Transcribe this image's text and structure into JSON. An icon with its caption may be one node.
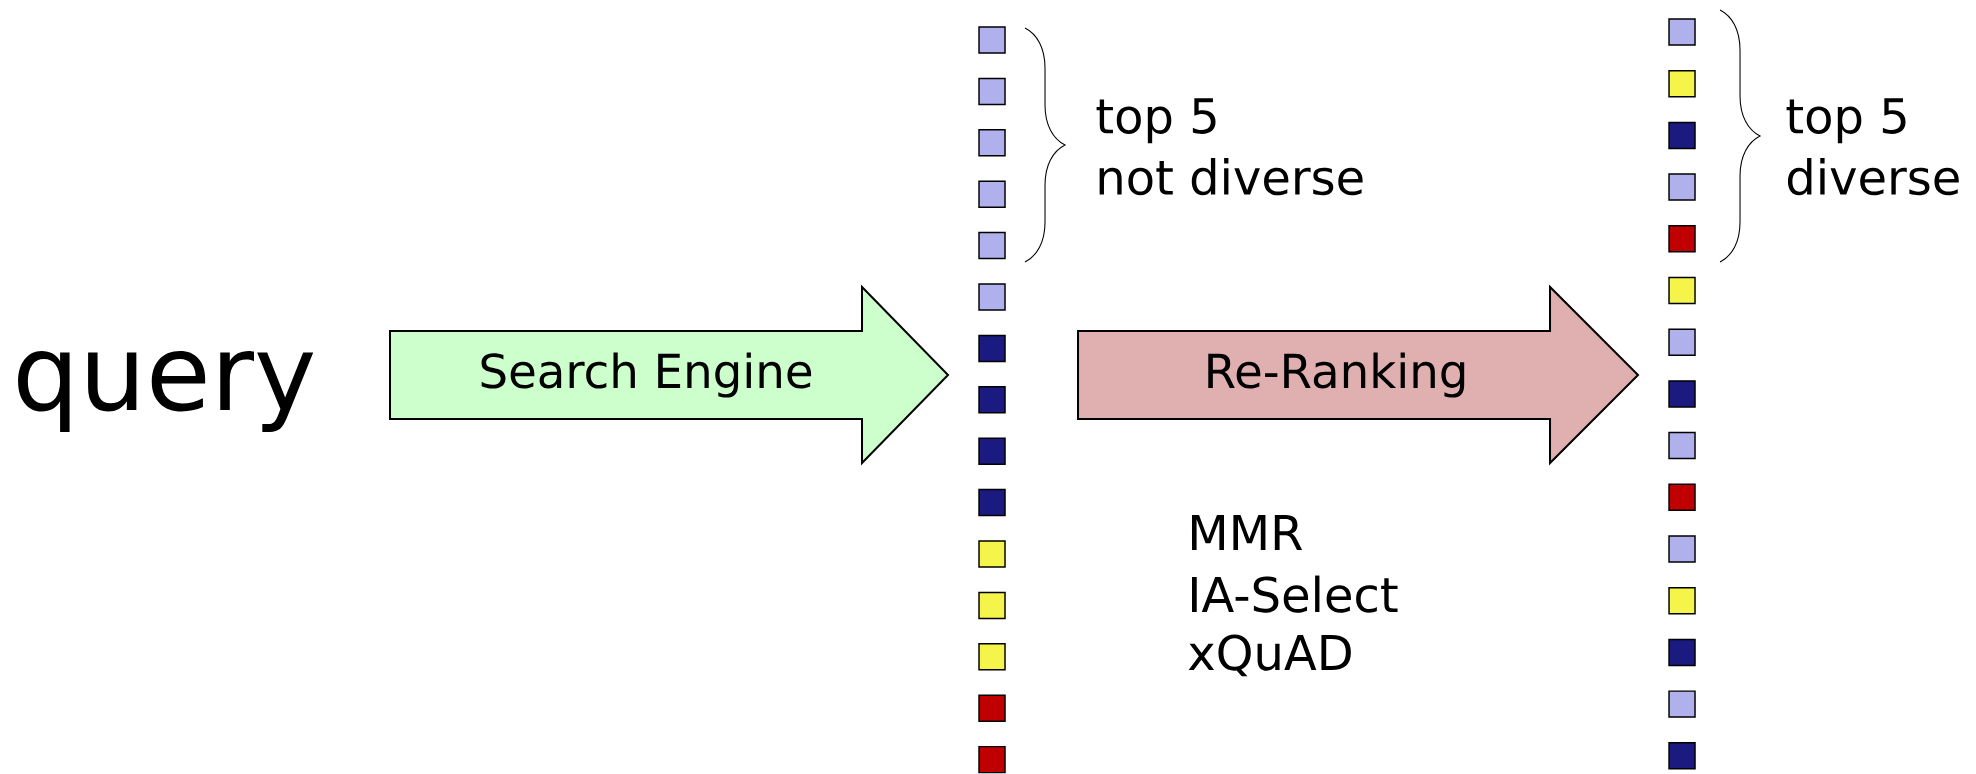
{
  "diagram": {
    "nodes": [
      {
        "text": [
          "Search Engine"
        ]
      },
      {
        "text": [
          "Re-Ranking"
        ]
      },
      {
        "text": [],
        "shape": "box"
      },
      {
        "text": [],
        "shape": "box"
      },
      {
        "text": [],
        "shape": "box"
      },
      {
        "text": [],
        "shape": "box"
      },
      {
        "text": [],
        "shape": "box"
      },
      {
        "text": [],
        "shape": "box"
      },
      {
        "text": [],
        "shape": "box"
      },
      {
        "text": [],
        "shape": "box"
      },
      {
        "text": [],
        "shape": "box"
      },
      {
        "text": [],
        "shape": "box"
      },
      {
        "text": [],
        "shape": "box"
      },
      {
        "text": [],
        "shape": "box"
      },
      {
        "text": [],
        "shape": "box"
      },
      {
        "text": [],
        "shape": "box"
      },
      {
        "text": [],
        "shape": "box"
      },
      {
        "text": [],
        "shape": "box"
      },
      {
        "text": [],
        "shape": "box"
      },
      {
        "text": [],
        "shape": "box"
      },
      {
        "text": [],
        "shape": "box"
      },
      {
        "text": [],
        "shape": "box"
      },
      {
        "text": [],
        "shape": "box"
      },
      {
        "text": [],
        "shape": "box"
      },
      {
        "text": [],
        "shape": "box"
      },
      {
        "text": [],
        "shape": "box"
      },
      {
        "text": [],
        "shape": "box"
      },
      {
        "text": [],
        "shape": "box"
      },
      {
        "text": [],
        "shape": "box"
      },
      {
        "text": [],
        "shape": "box"
      },
      {
        "text": [],
        "shape": "box"
      },
      {
        "text": [],
        "shape": "box"
      }
    ],
    "labels": [
      "query",
      "top 5 not diverse",
      "top 5 diverse",
      "MMR",
      "IA-Select",
      "xQuAD"
    ]
  }
}
